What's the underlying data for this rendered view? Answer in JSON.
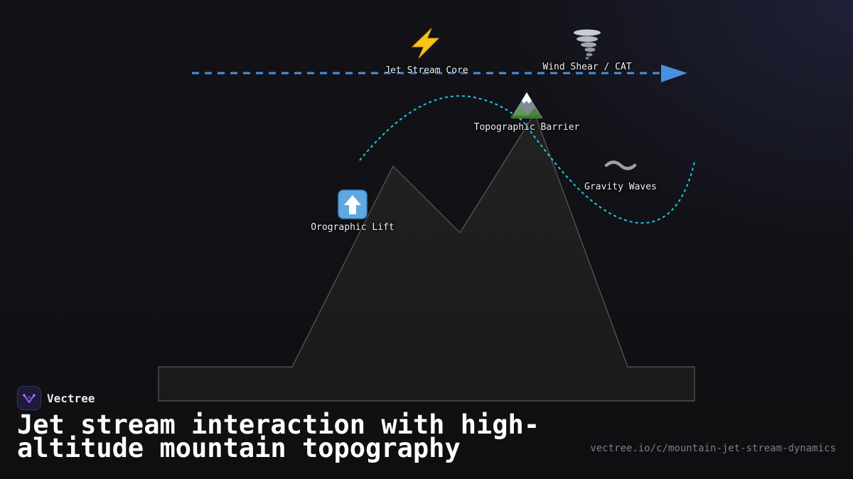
{
  "diagram": {
    "labels": {
      "jet_stream_core": "Jet Stream Core",
      "wind_shear": "Wind Shear / CAT",
      "topographic_barrier": "Topographic Barrier",
      "gravity_waves": "Gravity Waves",
      "orographic_lift": "Orographic Lift"
    },
    "icons": {
      "jet_stream_core": "lightning-icon",
      "wind_shear": "tornado-icon",
      "topographic_barrier": "mountain-icon",
      "gravity_waves": "wavy-line-icon",
      "orographic_lift": "up-arrow-icon"
    },
    "colors": {
      "jet_stream_arrow": "#4a90e2",
      "wave_flow": "#1ec8e6",
      "mountain_fill": "#222222",
      "mountain_stroke": "#5a5a5a"
    }
  },
  "footer": {
    "brand": "Vectree",
    "title": "Jet stream interaction with high-altitude mountain topography",
    "url": "vectree.io/c/mountain-jet-stream-dynamics"
  }
}
